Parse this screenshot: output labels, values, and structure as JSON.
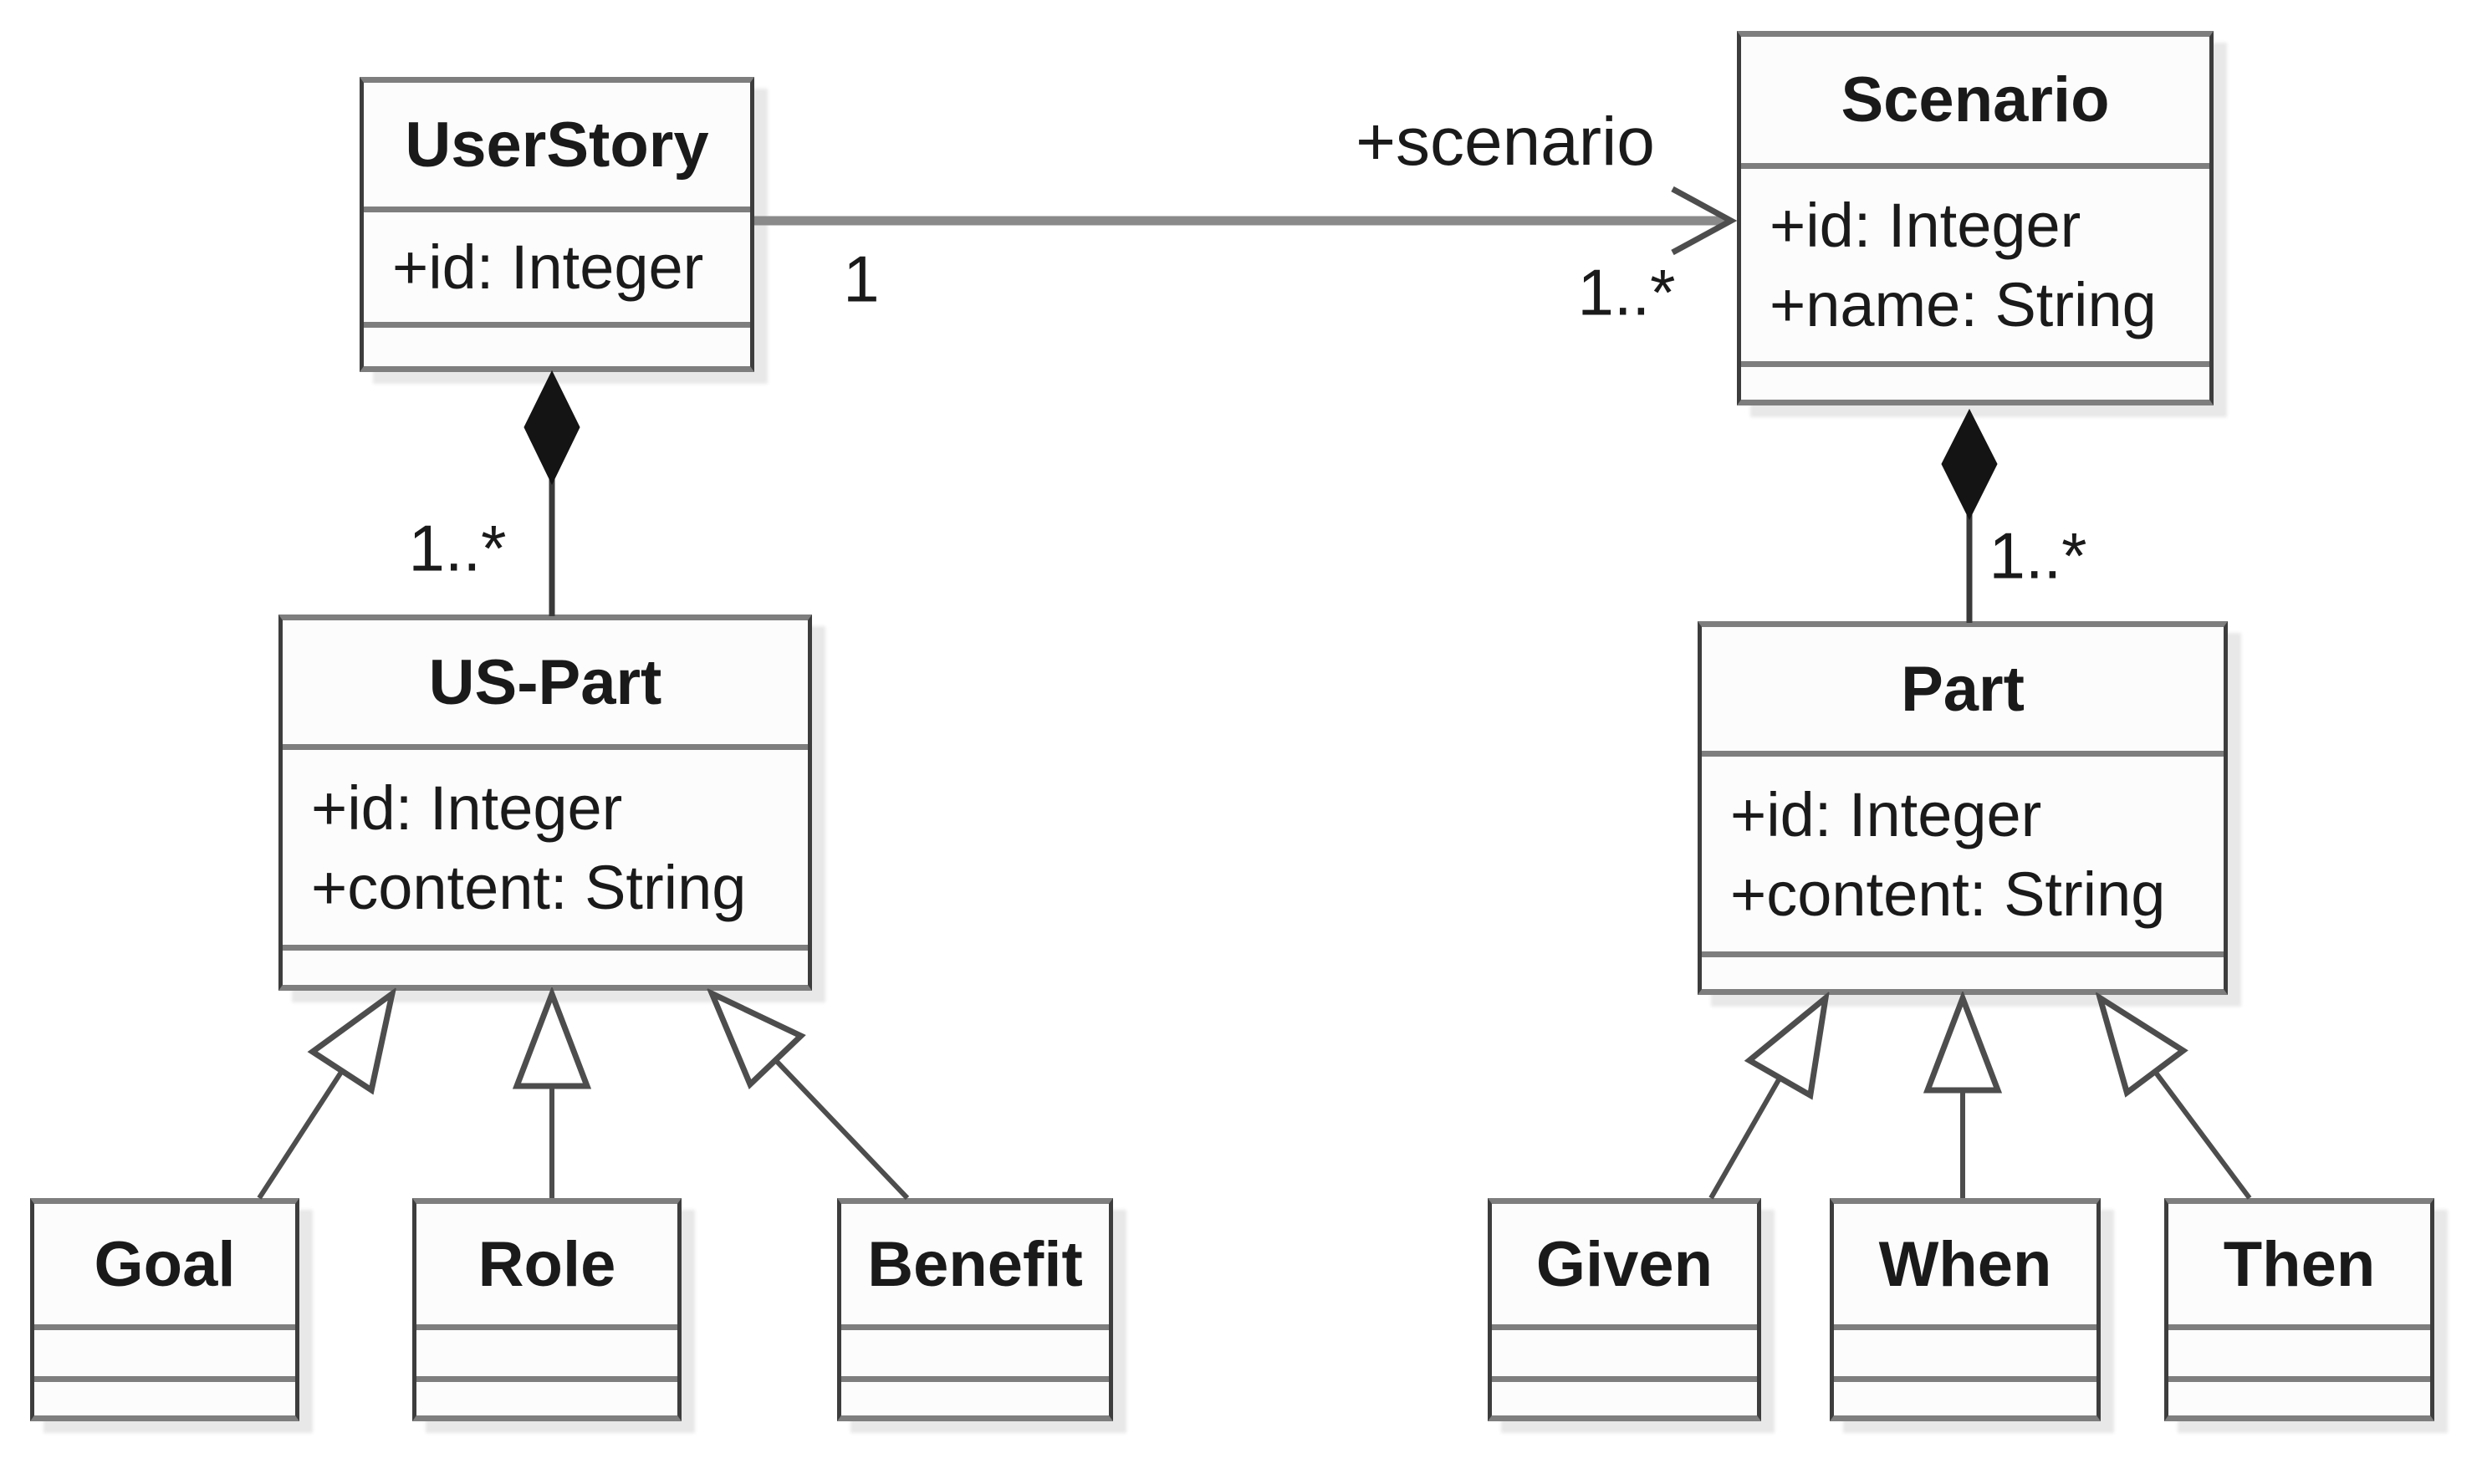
{
  "uml": {
    "diagram_type": "UML class diagram",
    "classes": [
      {
        "id": "userstory",
        "name": "UserStory",
        "attributes": [
          "+id: Integer"
        ]
      },
      {
        "id": "scenario",
        "name": "Scenario",
        "attributes": [
          "+id: Integer",
          "+name: String"
        ]
      },
      {
        "id": "us-part",
        "name": "US-Part",
        "attributes": [
          "+id: Integer",
          "+content: String"
        ]
      },
      {
        "id": "part",
        "name": "Part",
        "attributes": [
          "+id: Integer",
          "+content: String"
        ]
      },
      {
        "id": "goal",
        "name": "Goal",
        "attributes": []
      },
      {
        "id": "role",
        "name": "Role",
        "attributes": []
      },
      {
        "id": "benefit",
        "name": "Benefit",
        "attributes": []
      },
      {
        "id": "given",
        "name": "Given",
        "attributes": []
      },
      {
        "id": "when",
        "name": "When",
        "attributes": []
      },
      {
        "id": "then",
        "name": "Then",
        "attributes": []
      }
    ],
    "relationships": [
      {
        "type": "association",
        "from": "UserStory",
        "to": "Scenario",
        "label": "+scenario",
        "from_multiplicity": "1",
        "to_multiplicity": "1..*"
      },
      {
        "type": "composition",
        "from": "UserStory",
        "to": "US-Part",
        "to_multiplicity": "1..*"
      },
      {
        "type": "composition",
        "from": "Scenario",
        "to": "Part",
        "to_multiplicity": "1..*"
      },
      {
        "type": "generalization",
        "from": "Goal",
        "to": "US-Part"
      },
      {
        "type": "generalization",
        "from": "Role",
        "to": "US-Part"
      },
      {
        "type": "generalization",
        "from": "Benefit",
        "to": "US-Part"
      },
      {
        "type": "generalization",
        "from": "Given",
        "to": "Part"
      },
      {
        "type": "generalization",
        "from": "When",
        "to": "Part"
      },
      {
        "type": "generalization",
        "from": "Then",
        "to": "Part"
      }
    ],
    "colors": {
      "background": "#ffffff",
      "box_fill": "#fcfcfc",
      "border_dark": "#3d3d3d",
      "border_gray": "#7e7e7e",
      "association_line": "#8a8a8a",
      "text": "#1a1a1a",
      "diamond_fill": "#141414",
      "shadow": "#e8e8e8"
    }
  }
}
